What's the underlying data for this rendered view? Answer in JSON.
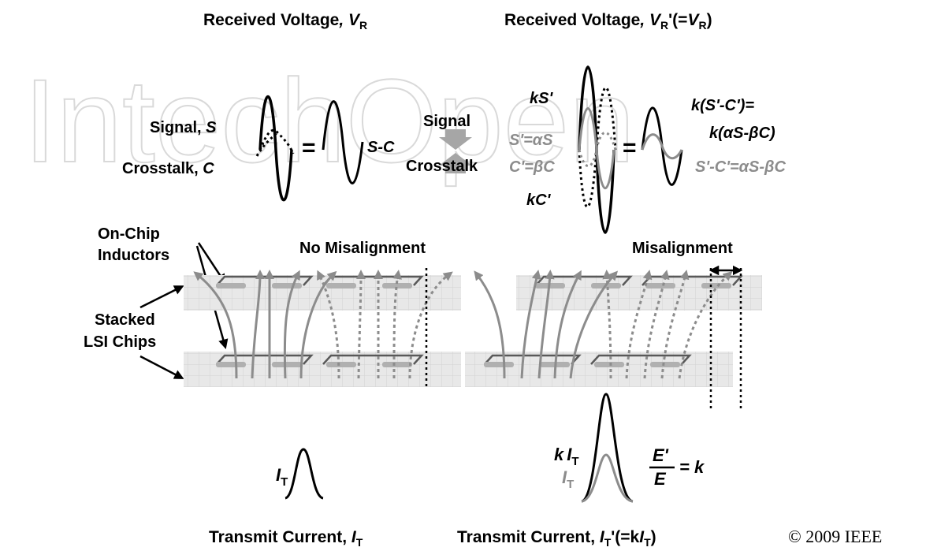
{
  "watermark": "IntechOpen",
  "top_left": {
    "title_main": "Received Voltage",
    "title_sym": "V",
    "title_sub": "R",
    "signal_label": "Signal, ",
    "signal_sym": "S",
    "crosstalk_label": "Crosstalk, ",
    "crosstalk_sym": "C",
    "equals": "=",
    "result": "S-C"
  },
  "middle": {
    "signal": "Signal",
    "crosstalk": "Crosstalk"
  },
  "top_right": {
    "title_main": "Received Voltage",
    "title_sym": "V",
    "title_sub": "R",
    "title_tail": "'(=",
    "title_sym2": "V",
    "title_sub2": "R",
    "title_end": ")",
    "kS": "kS'",
    "S_prime": "S'=αS",
    "C_prime": "C'=βC",
    "kC": "kC'",
    "equals": "=",
    "result_line1": "k(S'-C')=",
    "result_line2": "k(αS-βC)",
    "result_gray": "S'-C'=αS-βC"
  },
  "chips": {
    "on_chip_1": "On-Chip",
    "on_chip_2": "Inductors",
    "stacked_1": "Stacked",
    "stacked_2": "LSI Chips",
    "no_misalignment": "No Misalignment",
    "misalignment": "Misalignment"
  },
  "bottom_left": {
    "sym": "I",
    "sub": "T",
    "caption_main": "Transmit Current, ",
    "caption_sym": "I",
    "caption_sub": "T"
  },
  "bottom_right": {
    "kIT_k": "k",
    "kIT_sym": "I",
    "kIT_sub": "T",
    "IT_sym": "I",
    "IT_sub": "T",
    "frac_num": "E'",
    "frac_den": "E",
    "frac_eq": "= k",
    "caption_main": "Transmit Current, ",
    "caption_sym": "I",
    "caption_sub": "T",
    "caption_tail": "'(=k",
    "caption_sym2": "I",
    "caption_sub2": "T",
    "caption_end": ")"
  },
  "copyright": "© 2009 IEEE",
  "colors": {
    "gray": "#8c8c8c",
    "chip_fill": "#e6e6e6",
    "inductor_fill": "#b0b0b0"
  }
}
